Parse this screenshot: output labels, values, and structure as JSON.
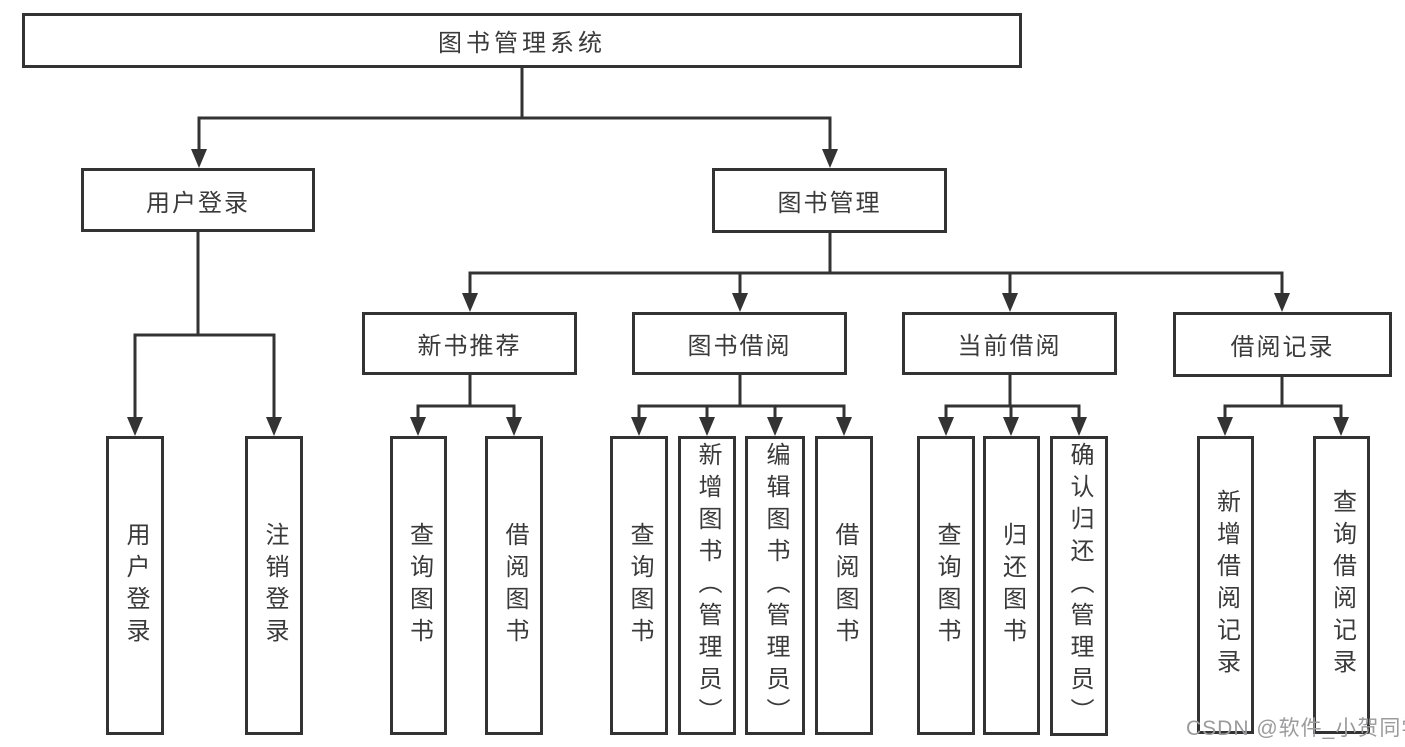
{
  "tree": {
    "root": {
      "label": "图书管理系统"
    },
    "level2": [
      {
        "label": "用户登录"
      },
      {
        "label": "图书管理"
      }
    ],
    "level3": [
      {
        "label": "新书推荐"
      },
      {
        "label": "图书借阅"
      },
      {
        "label": "当前借阅"
      },
      {
        "label": "借阅记录"
      }
    ],
    "leaves": [
      {
        "label": "用户登录"
      },
      {
        "label": "注销登录"
      },
      {
        "label": "查询图书"
      },
      {
        "label": "借阅图书"
      },
      {
        "label": "查询图书"
      },
      {
        "label": "新增图书（管理员）"
      },
      {
        "label": "编辑图书（管理员）"
      },
      {
        "label": "借阅图书"
      },
      {
        "label": "查询图书"
      },
      {
        "label": "归还图书"
      },
      {
        "label": "确认归还（管理员）"
      },
      {
        "label": "新增借阅记录"
      },
      {
        "label": "查询借阅记录"
      }
    ]
  },
  "colors": {
    "line": "#333333",
    "text": "#3a3a3a",
    "background": "#ffffff",
    "watermark": "#9b9b9d"
  },
  "watermark": {
    "text": "CSDN @软件_小贺同学"
  }
}
